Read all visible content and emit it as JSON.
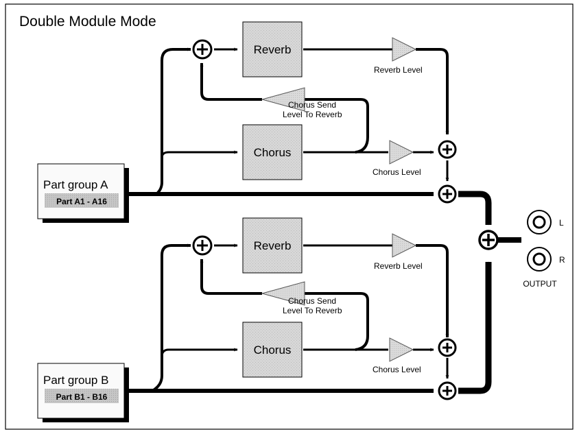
{
  "title": "Double Module Mode",
  "groups": [
    {
      "part_group": "Part group A",
      "parts": "Part A1 - A16",
      "reverb": "Reverb",
      "chorus": "Chorus",
      "reverb_level": "Reverb Level",
      "chorus_level": "Chorus Level",
      "chorus_send_line1": "Chorus Send",
      "chorus_send_line2": "Level To Reverb"
    },
    {
      "part_group": "Part group B",
      "parts": "Part B1 - B16",
      "reverb": "Reverb",
      "chorus": "Chorus",
      "reverb_level": "Reverb Level",
      "chorus_level": "Chorus Level",
      "chorus_send_line1": "Chorus Send",
      "chorus_send_line2": "Level To Reverb"
    }
  ],
  "output": {
    "label": "OUTPUT",
    "left": "L",
    "right": "R"
  }
}
